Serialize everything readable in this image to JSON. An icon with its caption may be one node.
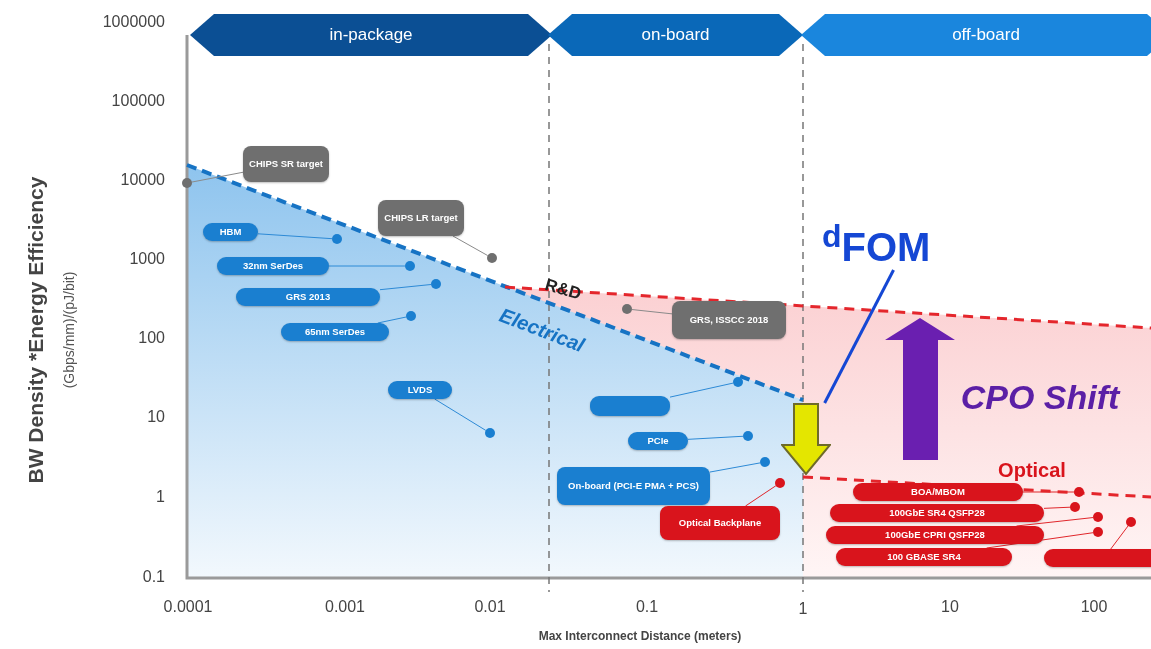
{
  "diagram": {
    "nodes": [
      {
        "text": [
          "in-package"
        ]
      },
      {
        "text": [
          "on-board"
        ]
      },
      {
        "text": [
          "off-board"
        ]
      },
      {
        "text": [
          "CHIPS SR target"
        ]
      },
      {
        "text": [],
        "shape": "circle"
      },
      {
        "text": [
          "CHIPS LR target"
        ]
      },
      {
        "text": [],
        "shape": "circle"
      },
      {
        "text": [
          "HBM"
        ]
      },
      {
        "text": [],
        "shape": "circle"
      },
      {
        "text": [
          "32nm SerDes"
        ]
      },
      {
        "text": [],
        "shape": "circle"
      },
      {
        "text": [
          "GRS 2013"
        ]
      },
      {
        "text": [],
        "shape": "circle"
      },
      {
        "text": [
          "65nm SerDes"
        ]
      },
      {
        "text": [],
        "shape": "circle"
      },
      {
        "text": [
          "LVDS"
        ]
      },
      {
        "text": [],
        "shape": "circle"
      },
      {
        "text": [
          "GRS, ISSCC 2018"
        ]
      },
      {
        "text": [],
        "shape": "circle"
      },
      {
        "text": [],
        "shape": "box"
      },
      {
        "text": [],
        "shape": "circle"
      },
      {
        "text": [
          "PCIe"
        ]
      },
      {
        "text": [],
        "shape": "circle"
      },
      {
        "text": [
          "On-board (PCI-E PMA + PCS)"
        ]
      },
      {
        "text": [],
        "shape": "circle"
      },
      {
        "text": [
          "Optical Backplane"
        ]
      },
      {
        "text": [],
        "shape": "circle"
      },
      {
        "text": [
          "$^{d}$FOM"
        ]
      },
      {
        "text": [],
        "shape": "arrow"
      },
      {
        "text": [
          "BOA/MBOM"
        ]
      },
      {
        "text": [],
        "shape": "circle"
      },
      {
        "text": [
          "100GbE SR4 QSFP28"
        ]
      },
      {
        "text": [],
        "shape": "circle"
      },
      {
        "text": [
          "100GbE CPRI QSFP28"
        ]
      },
      {
        "text": [],
        "shape": "circle"
      },
      {
        "text": [],
        "shape": "circle"
      },
      {
        "text": [
          "100 GBASE SR4"
        ]
      },
      {
        "text": [],
        "shape": "box"
      },
      {
        "text": [],
        "shape": "circle"
      }
    ],
    "edges": [
      {
        "from": 3,
        "to": 4,
        "arrow": "none",
        "color": "#8a8a8a"
      },
      {
        "from": 5,
        "to": 6,
        "arrow": "none",
        "color": "#8a8a8a"
      },
      {
        "from": 7,
        "to": 8,
        "arrow": "none"
      },
      {
        "from": 9,
        "to": 10,
        "arrow": "none"
      },
      {
        "from": 11,
        "to": 12,
        "arrow": "none"
      },
      {
        "from": 13,
        "to": 14,
        "arrow": "none"
      },
      {
        "from": 15,
        "to": 16,
        "arrow": "none"
      },
      {
        "from": 17,
        "to": 18,
        "arrow": "none",
        "color": "#8a8a8a"
      },
      {
        "from": 19,
        "to": 20,
        "arrow": "none"
      },
      {
        "from": 21,
        "to": 22,
        "arrow": "none"
      },
      {
        "from": 23,
        "to": 24,
        "arrow": "none"
      },
      {
        "from": 25,
        "to": 26,
        "arrow": "none",
        "color": "#e0262b"
      },
      {
        "from": 27,
        "to": 28,
        "arrow": "none",
        "style": "thick",
        "color": "#1547d4"
      },
      {
        "from": 29,
        "to": 30,
        "arrow": "none",
        "color": "#e0262b"
      },
      {
        "from": 31,
        "to": 32,
        "arrow": "none",
        "color": "#e0262b"
      },
      {
        "from": 33,
        "to": 34,
        "arrow": "none",
        "color": "#e0262b"
      },
      {
        "from": 36,
        "to": 35,
        "arrow": "none",
        "color": "#e0262b"
      },
      {
        "from": 37,
        "to": 38,
        "arrow": "none",
        "color": "#e0262b"
      }
    ],
    "labels": [
      "1000000",
      "100000",
      "10000",
      "1000",
      "100",
      "10",
      "1",
      "0.1",
      "BW Density *Energy Efficiency",
      "(Gbps/mm)/(pJ/bit)",
      "R&D",
      "Electrical",
      "Optical",
      "CPO Shift",
      "0.0001",
      "0.001",
      "0.01",
      "0.1",
      "1",
      "10",
      "100",
      "Max Interconnect Distance (meters)"
    ]
  }
}
